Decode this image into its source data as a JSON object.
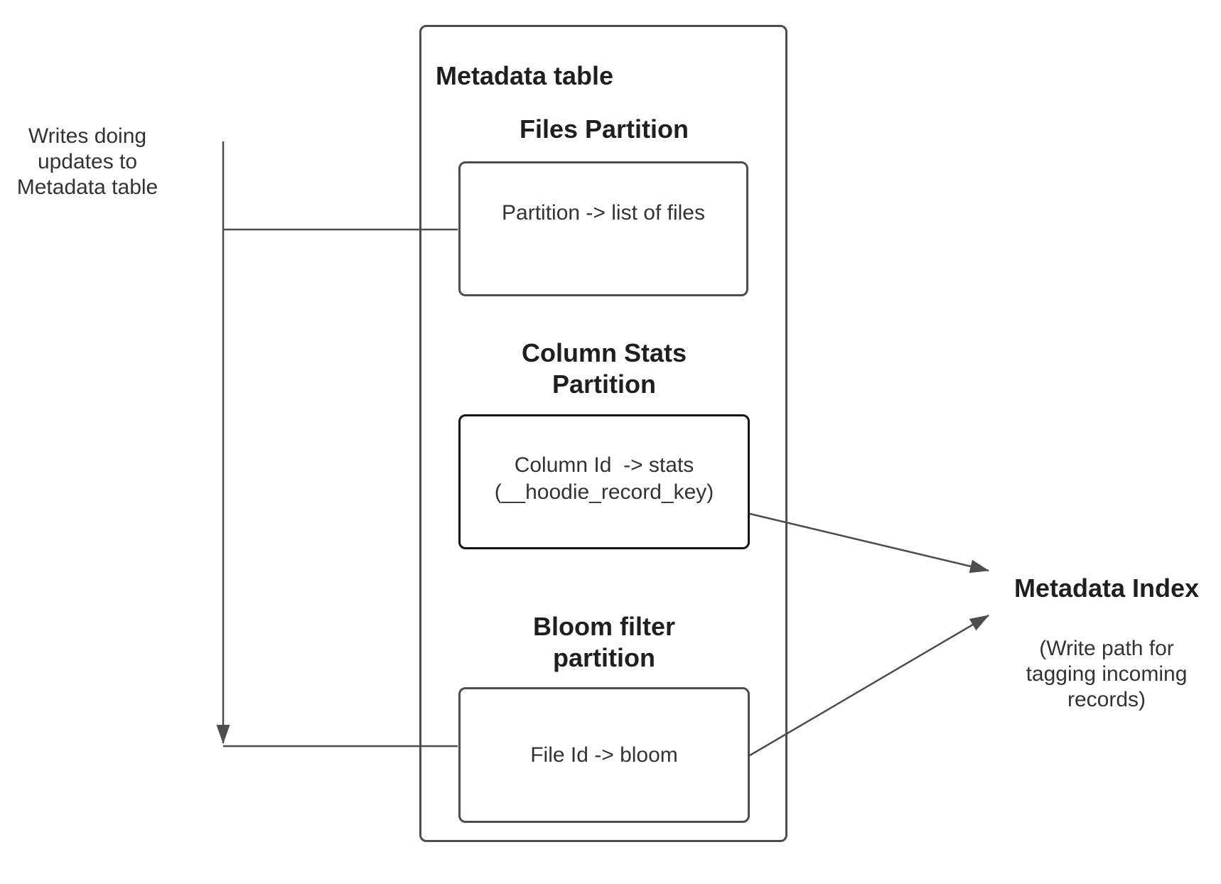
{
  "labels": {
    "writes_note": "Writes doing\nupdates to\nMetadata table"
  },
  "metadata_table": {
    "title": "Metadata table",
    "files_partition": {
      "heading": "Files Partition",
      "mapping": "Partition -> list of files"
    },
    "column_stats_partition": {
      "heading": "Column Stats\nPartition",
      "mapping": "Column Id  -> stats",
      "mapping_key": "(__hoodie_record_key)"
    },
    "bloom_filter_partition": {
      "heading": "Bloom filter\npartition",
      "mapping": "File Id -> bloom"
    }
  },
  "metadata_index": {
    "title": "Metadata Index",
    "subtitle": "(Write path for\ntagging incoming\nrecords)"
  },
  "colors": {
    "background": "#ffffff",
    "box_border": "#4d4d4d",
    "stats_box_border": "#141414",
    "connector_line": "#4d4d4d",
    "arrowhead": "#4d4d4d",
    "body_text": "#333333",
    "heading_text": "#1f1f1f"
  }
}
